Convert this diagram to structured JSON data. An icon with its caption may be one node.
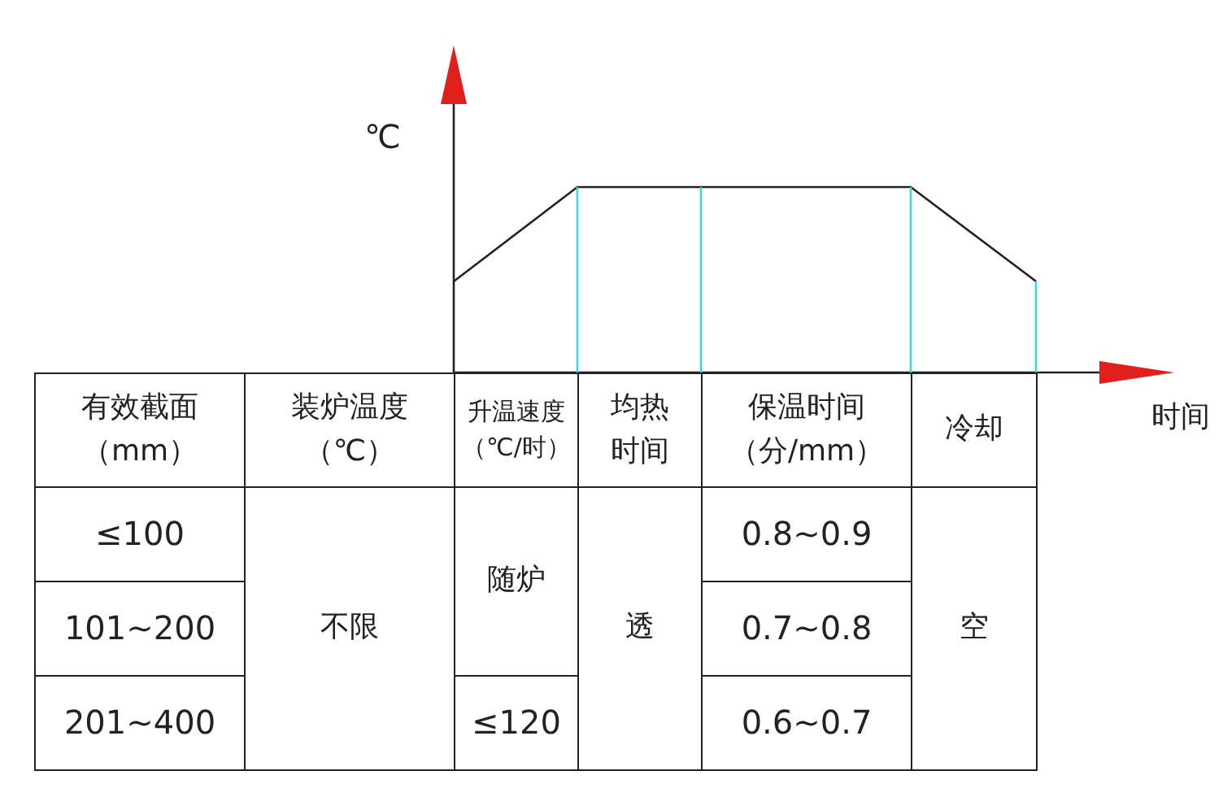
{
  "diagram": {
    "labels": [
      "℃",
      "有效截面（mm）",
      "装炉温度（℃）",
      "升温速度（℃/时）",
      "均热时间",
      "保温时间（分/mm）",
      "冷却",
      "时间",
      "≤100",
      "0.8~0.9",
      "101~200",
      "不限",
      "随炉",
      "透",
      "0.7~0.8",
      "空",
      "201~400",
      "≤120",
      "0.6~0.7"
    ]
  }
}
